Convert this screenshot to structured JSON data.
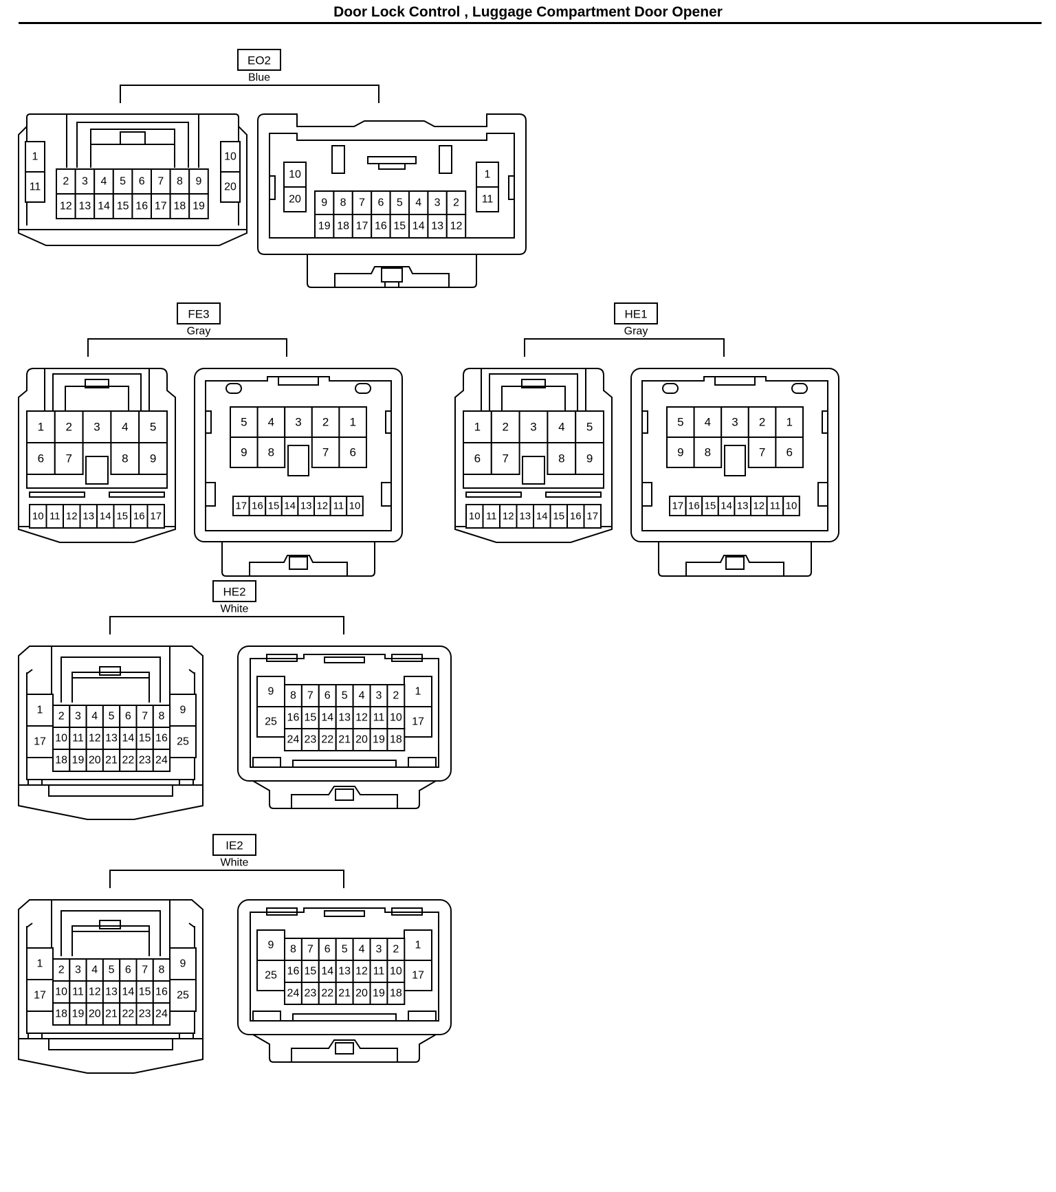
{
  "title": "Door Lock Control , Luggage Compartment Door Opener",
  "connectors": [
    {
      "code": "EO2",
      "color": "Blue",
      "left_view": {
        "rows": [
          [
            "1",
            "2",
            "3",
            "4",
            "5",
            "6",
            "7",
            "8",
            "9",
            "10"
          ],
          [
            "11",
            "12",
            "13",
            "14",
            "15",
            "16",
            "17",
            "18",
            "19",
            "20"
          ]
        ]
      },
      "right_view": {
        "rows": [
          [
            "10",
            "9",
            "8",
            "7",
            "6",
            "5",
            "4",
            "3",
            "2",
            "1"
          ],
          [
            "20",
            "19",
            "18",
            "17",
            "16",
            "15",
            "14",
            "13",
            "12",
            "11"
          ]
        ]
      }
    },
    {
      "code": "FE3",
      "color": "Gray",
      "left_view": {
        "rows": [
          [
            "1",
            "2",
            "3",
            "4",
            "5"
          ],
          [
            "6",
            "7",
            "8",
            "9"
          ],
          [
            "10",
            "11",
            "12",
            "13",
            "14",
            "15",
            "16",
            "17"
          ]
        ]
      },
      "right_view": {
        "rows": [
          [
            "5",
            "4",
            "3",
            "2",
            "1"
          ],
          [
            "9",
            "8",
            "7",
            "6"
          ],
          [
            "17",
            "16",
            "15",
            "14",
            "13",
            "12",
            "11",
            "10"
          ]
        ]
      }
    },
    {
      "code": "HE1",
      "color": "Gray",
      "left_view": {
        "rows": [
          [
            "1",
            "2",
            "3",
            "4",
            "5"
          ],
          [
            "6",
            "7",
            "8",
            "9"
          ],
          [
            "10",
            "11",
            "12",
            "13",
            "14",
            "15",
            "16",
            "17"
          ]
        ]
      },
      "right_view": {
        "rows": [
          [
            "5",
            "4",
            "3",
            "2",
            "1"
          ],
          [
            "9",
            "8",
            "7",
            "6"
          ],
          [
            "17",
            "16",
            "15",
            "14",
            "13",
            "12",
            "11",
            "10"
          ]
        ]
      }
    },
    {
      "code": "HE2",
      "color": "White",
      "left_view": {
        "rows": [
          [
            "1",
            "2",
            "3",
            "4",
            "5",
            "6",
            "7",
            "8",
            "9"
          ],
          [
            "17",
            "10",
            "11",
            "12",
            "13",
            "14",
            "15",
            "16",
            "25"
          ],
          [
            "18",
            "19",
            "20",
            "21",
            "22",
            "23",
            "24"
          ]
        ]
      },
      "right_view": {
        "rows": [
          [
            "9",
            "8",
            "7",
            "6",
            "5",
            "4",
            "3",
            "2",
            "1"
          ],
          [
            "25",
            "16",
            "15",
            "14",
            "13",
            "12",
            "11",
            "10",
            "17"
          ],
          [
            "24",
            "23",
            "22",
            "21",
            "20",
            "19",
            "18"
          ]
        ]
      }
    },
    {
      "code": "IE2",
      "color": "White",
      "left_view": {
        "rows": [
          [
            "1",
            "2",
            "3",
            "4",
            "5",
            "6",
            "7",
            "8",
            "9"
          ],
          [
            "17",
            "10",
            "11",
            "12",
            "13",
            "14",
            "15",
            "16",
            "25"
          ],
          [
            "18",
            "19",
            "20",
            "21",
            "22",
            "23",
            "24"
          ]
        ]
      },
      "right_view": {
        "rows": [
          [
            "9",
            "8",
            "7",
            "6",
            "5",
            "4",
            "3",
            "2",
            "1"
          ],
          [
            "25",
            "16",
            "15",
            "14",
            "13",
            "12",
            "11",
            "10",
            "17"
          ],
          [
            "24",
            "23",
            "22",
            "21",
            "20",
            "19",
            "18"
          ]
        ]
      }
    }
  ]
}
